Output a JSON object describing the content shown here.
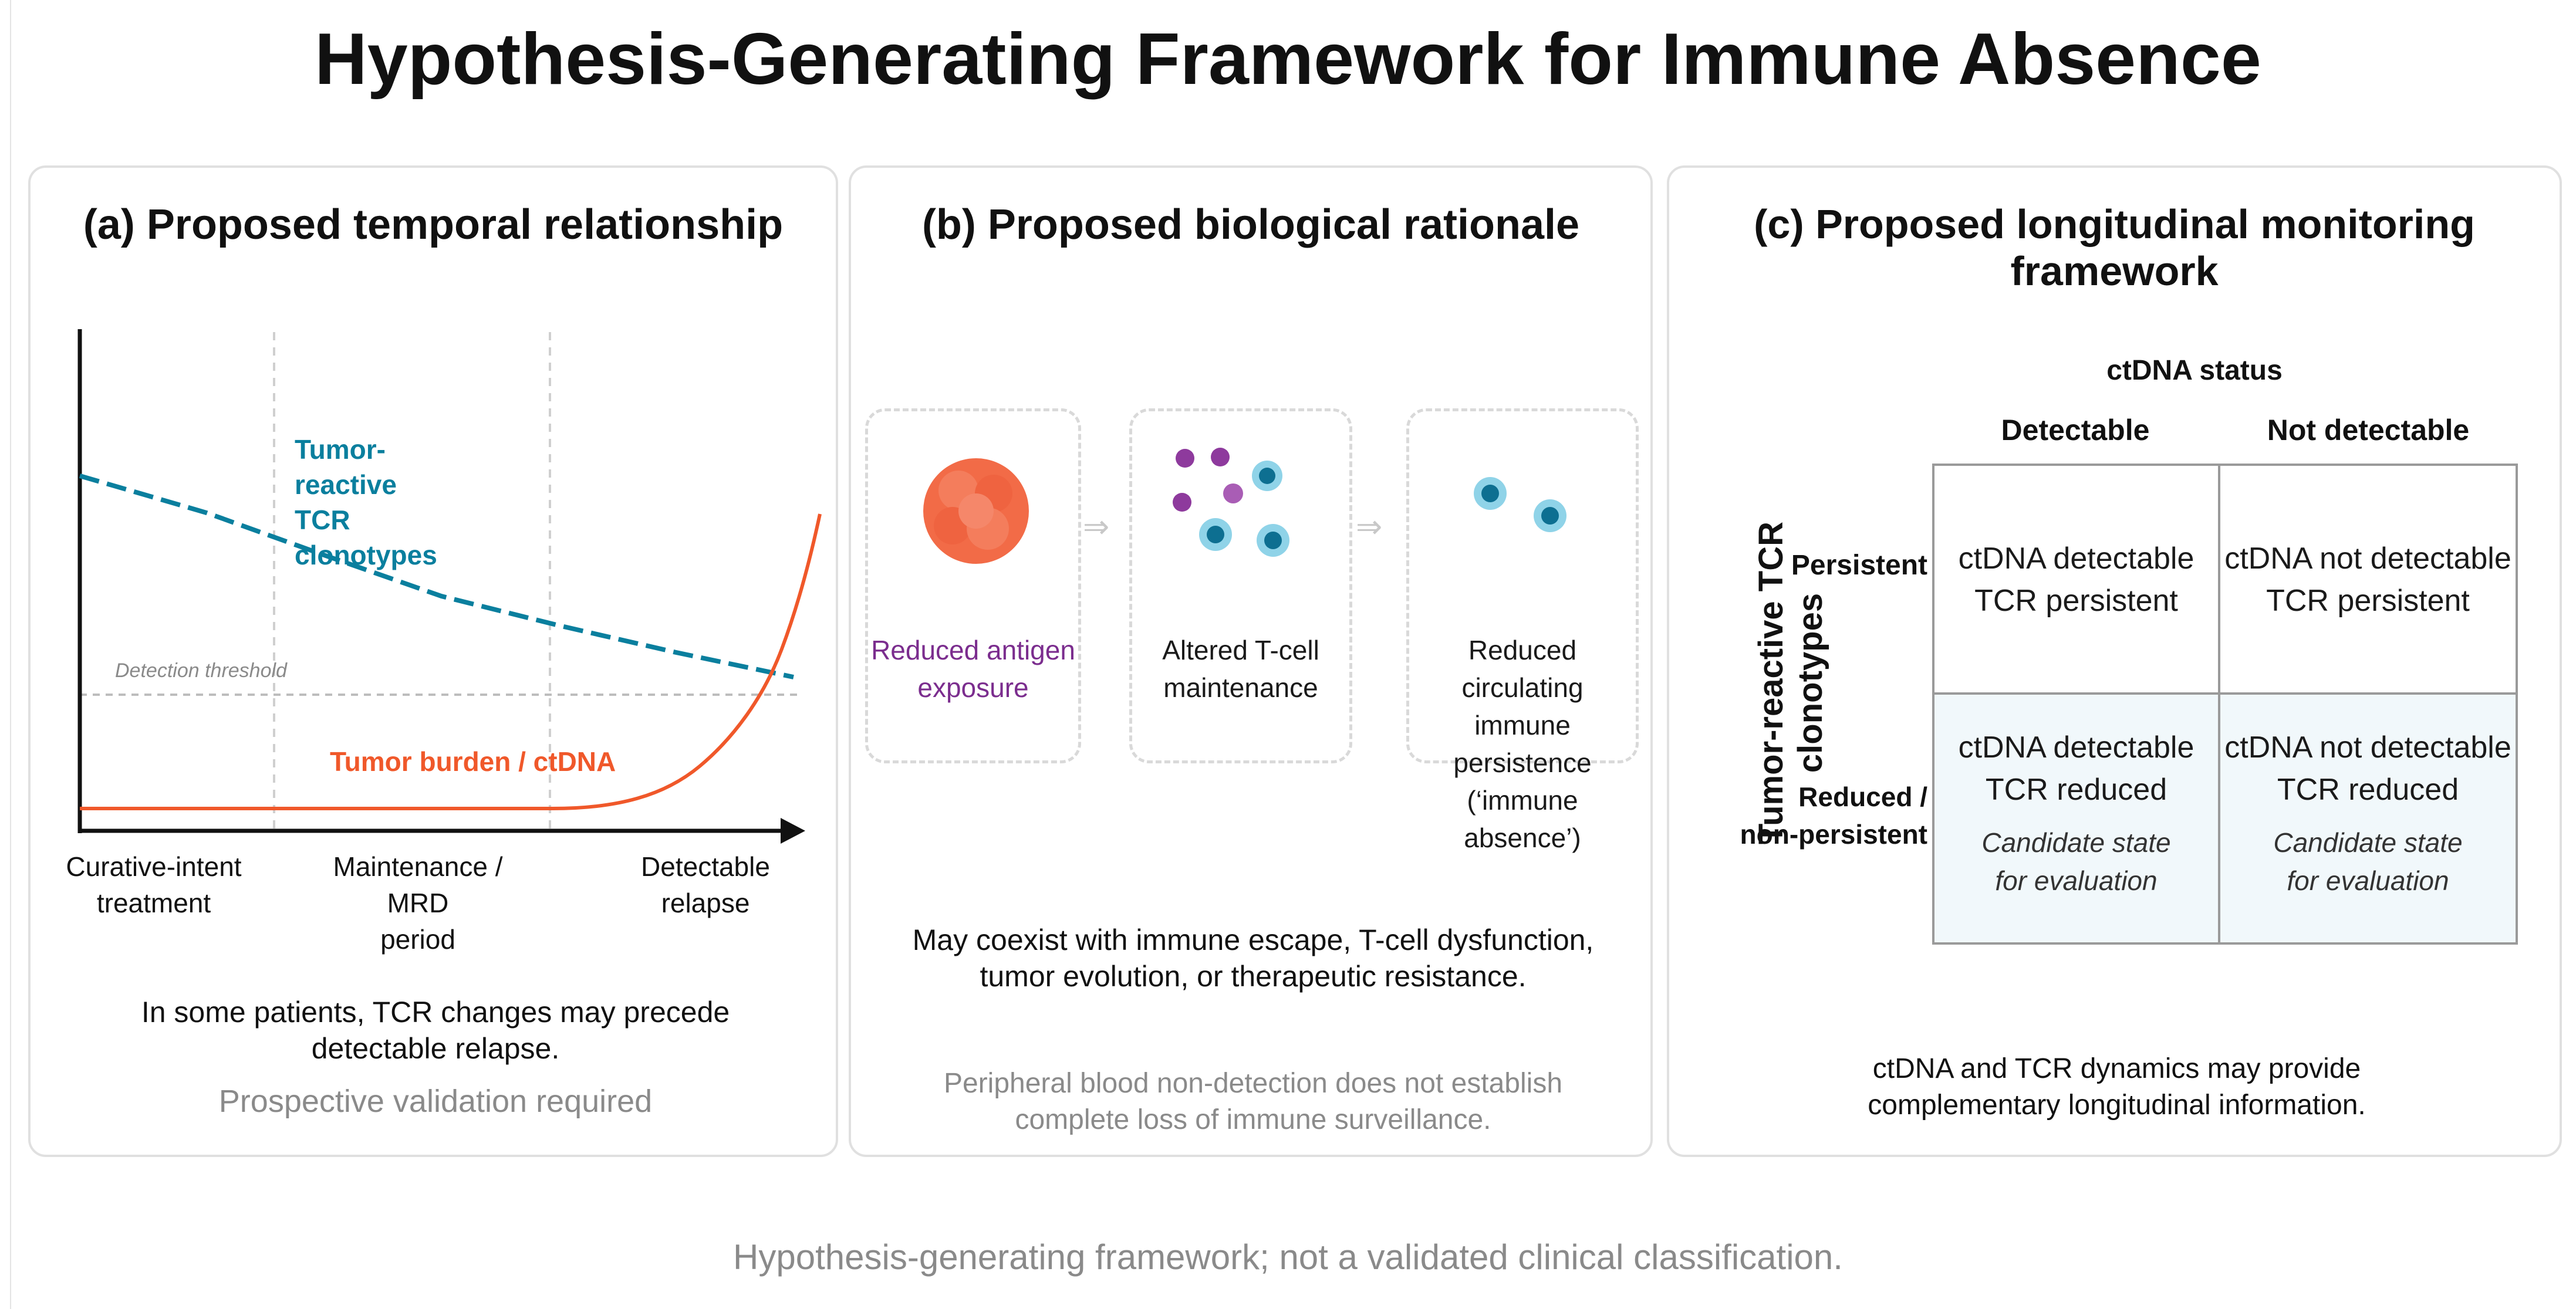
{
  "title": "Hypothesis-Generating Framework for Immune Absence",
  "footer_note": "Hypothesis-generating framework; not a validated clinical classification.",
  "panel_a": {
    "title": "(a) Proposed temporal relationship",
    "tcr_label_line1": "Tumor-reactive",
    "tcr_label_line2": "TCR clonotypes",
    "threshold_label": "Detection threshold",
    "tumor_label": "Tumor burden / ctDNA",
    "phases": [
      {
        "line1": "Curative-intent",
        "line2": "treatment"
      },
      {
        "line1": "Maintenance / MRD",
        "line2": "period"
      },
      {
        "line1": "Detectable",
        "line2": "relapse"
      }
    ],
    "caption_line1": "In some patients, TCR changes may precede",
    "caption_line2": "detectable relapse.",
    "note": "Prospective validation required",
    "colors": {
      "tcr": "#0a7f9e",
      "tumor": "#f0582a",
      "threshold": "#bdbdbd"
    }
  },
  "panel_b": {
    "title": "(b) Proposed biological rationale",
    "steps": [
      {
        "line1": "Reduced antigen",
        "line2": "exposure",
        "line3": ""
      },
      {
        "line1": "Altered T-cell",
        "line2": "maintenance",
        "line3": ""
      },
      {
        "line1": "Reduced circulating",
        "line2": "immune persistence",
        "line3": "(‘immune absence’)"
      }
    ],
    "caption_line1": "May coexist with immune escape, T-cell dysfunction,",
    "caption_line2": "tumor evolution, or therapeutic resistance.",
    "note_line1": "Peripheral blood non-detection does not establish",
    "note_line2": "complete loss of immune surveillance.",
    "icons": [
      "tumor-icon",
      "mixed-cells-icon",
      "t-cell-icon"
    ],
    "colors": {
      "tumor": "#f26b47",
      "antigen_text": "#7b2d8e",
      "tcell": "#3aa6c9",
      "dot": "#8e3a9d"
    }
  },
  "panel_c": {
    "title": "(c) Proposed longitudinal monitoring framework",
    "column_header": "ctDNA status",
    "columns": [
      "Detectable",
      "Not detectable"
    ],
    "row_header": "Tumor-reactive TCR clonotypes",
    "rows": [
      {
        "line1": "Persistent",
        "line2": ""
      },
      {
        "line1": "Reduced /",
        "line2": "non-persistent"
      }
    ],
    "cells": [
      [
        {
          "line1": "ctDNA detectable",
          "line2": "TCR persistent",
          "note1": "",
          "note2": ""
        },
        {
          "line1": "ctDNA not detectable",
          "line2": "TCR persistent",
          "note1": "",
          "note2": ""
        }
      ],
      [
        {
          "line1": "ctDNA detectable",
          "line2": "TCR reduced",
          "note1": "Candidate state",
          "note2": "for evaluation"
        },
        {
          "line1": "ctDNA not detectable",
          "line2": "TCR reduced",
          "note1": "Candidate state",
          "note2": "for evaluation"
        }
      ]
    ],
    "caption_line1": "ctDNA and TCR dynamics may provide",
    "caption_line2": "complementary longitudinal information.",
    "colors": {
      "highlight_row": "#f1f8fb",
      "grid": "#9a9a9a"
    }
  }
}
